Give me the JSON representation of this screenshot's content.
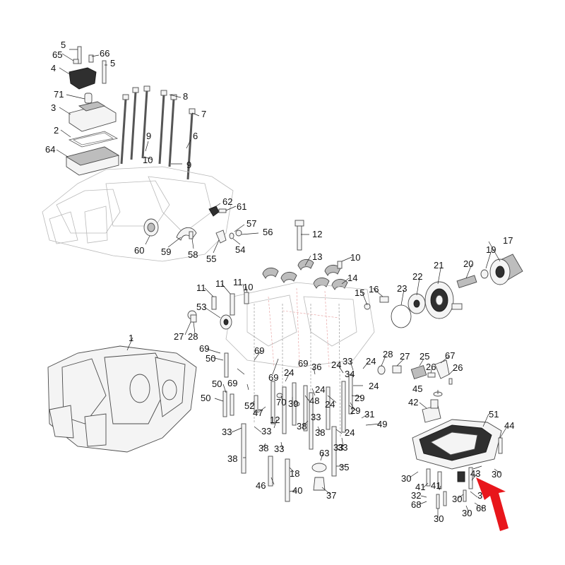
{
  "diagram": {
    "callouts": [
      {
        "id": "c5a",
        "text": "5"
      },
      {
        "id": "c65",
        "text": "65"
      },
      {
        "id": "c66",
        "text": "66"
      },
      {
        "id": "c5b",
        "text": "5"
      },
      {
        "id": "c4",
        "text": "4"
      },
      {
        "id": "c71",
        "text": "71"
      },
      {
        "id": "c8",
        "text": "8"
      },
      {
        "id": "c3",
        "text": "3"
      },
      {
        "id": "c7",
        "text": "7"
      },
      {
        "id": "c2",
        "text": "2"
      },
      {
        "id": "c6",
        "text": "6"
      },
      {
        "id": "c9a",
        "text": "9"
      },
      {
        "id": "c64",
        "text": "64"
      },
      {
        "id": "c10a",
        "text": "10"
      },
      {
        "id": "c9b",
        "text": "9"
      },
      {
        "id": "c62",
        "text": "62"
      },
      {
        "id": "c61",
        "text": "61"
      },
      {
        "id": "c57",
        "text": "57"
      },
      {
        "id": "c56",
        "text": "56"
      },
      {
        "id": "c12a",
        "text": "12"
      },
      {
        "id": "c60",
        "text": "60"
      },
      {
        "id": "c59",
        "text": "59"
      },
      {
        "id": "c58",
        "text": "58"
      },
      {
        "id": "c55",
        "text": "55"
      },
      {
        "id": "c54",
        "text": "54"
      },
      {
        "id": "c13",
        "text": "13"
      },
      {
        "id": "c10b",
        "text": "10"
      },
      {
        "id": "c17",
        "text": "17"
      },
      {
        "id": "c19",
        "text": "19"
      },
      {
        "id": "c20",
        "text": "20"
      },
      {
        "id": "c21",
        "text": "21"
      },
      {
        "id": "c22",
        "text": "22"
      },
      {
        "id": "c14",
        "text": "14"
      },
      {
        "id": "c11a",
        "text": "11"
      },
      {
        "id": "c11b",
        "text": "11"
      },
      {
        "id": "c11c",
        "text": "11"
      },
      {
        "id": "c10c",
        "text": "10"
      },
      {
        "id": "c15",
        "text": "15"
      },
      {
        "id": "c16",
        "text": "16"
      },
      {
        "id": "c23",
        "text": "23"
      },
      {
        "id": "c53",
        "text": "53"
      },
      {
        "id": "c27a",
        "text": "27"
      },
      {
        "id": "c28a",
        "text": "28"
      },
      {
        "id": "c1",
        "text": "1"
      },
      {
        "id": "c69a",
        "text": "69"
      },
      {
        "id": "c50a",
        "text": "50"
      },
      {
        "id": "c69b",
        "text": "69"
      },
      {
        "id": "c28b",
        "text": "28"
      },
      {
        "id": "c27b",
        "text": "27"
      },
      {
        "id": "c25",
        "text": "25"
      },
      {
        "id": "c67",
        "text": "67"
      },
      {
        "id": "c69c",
        "text": "69"
      },
      {
        "id": "c36",
        "text": "36"
      },
      {
        "id": "c24a",
        "text": "24"
      },
      {
        "id": "c33a",
        "text": "33"
      },
      {
        "id": "c24b",
        "text": "24"
      },
      {
        "id": "c26a",
        "text": "26"
      },
      {
        "id": "c26b",
        "text": "26"
      },
      {
        "id": "c69d",
        "text": "69"
      },
      {
        "id": "c24c",
        "text": "24"
      },
      {
        "id": "c34",
        "text": "34"
      },
      {
        "id": "c50b",
        "text": "50"
      },
      {
        "id": "c69e",
        "text": "69"
      },
      {
        "id": "c24d",
        "text": "24"
      },
      {
        "id": "c24e",
        "text": "24"
      },
      {
        "id": "c45",
        "text": "45"
      },
      {
        "id": "c50c",
        "text": "50"
      },
      {
        "id": "c52",
        "text": "52"
      },
      {
        "id": "c47",
        "text": "47"
      },
      {
        "id": "c70",
        "text": "70"
      },
      {
        "id": "c39",
        "text": "39"
      },
      {
        "id": "c48",
        "text": "48"
      },
      {
        "id": "c24f",
        "text": "24"
      },
      {
        "id": "c29a",
        "text": "29"
      },
      {
        "id": "c42",
        "text": "42"
      },
      {
        "id": "c29b",
        "text": "29"
      },
      {
        "id": "c31",
        "text": "31"
      },
      {
        "id": "c33b",
        "text": "33"
      },
      {
        "id": "c12b",
        "text": "12"
      },
      {
        "id": "c38a",
        "text": "38"
      },
      {
        "id": "c33c",
        "text": "33"
      },
      {
        "id": "c33d",
        "text": "33"
      },
      {
        "id": "c38b",
        "text": "38"
      },
      {
        "id": "c49",
        "text": "49"
      },
      {
        "id": "c24g",
        "text": "24"
      },
      {
        "id": "c51",
        "text": "51"
      },
      {
        "id": "c44",
        "text": "44"
      },
      {
        "id": "c33e",
        "text": "33"
      },
      {
        "id": "c38c",
        "text": "38"
      },
      {
        "id": "c33f",
        "text": "33"
      },
      {
        "id": "c63",
        "text": "63"
      },
      {
        "id": "c33g",
        "text": "33"
      },
      {
        "id": "c38d",
        "text": "38"
      },
      {
        "id": "c35",
        "text": "35"
      },
      {
        "id": "c18",
        "text": "18"
      },
      {
        "id": "c43",
        "text": "43"
      },
      {
        "id": "c30a",
        "text": "30"
      },
      {
        "id": "c30b",
        "text": "30"
      },
      {
        "id": "c46",
        "text": "46"
      },
      {
        "id": "c40",
        "text": "40"
      },
      {
        "id": "c37",
        "text": "37"
      },
      {
        "id": "c41a",
        "text": "41"
      },
      {
        "id": "c41b",
        "text": "41"
      },
      {
        "id": "c32",
        "text": "32"
      },
      {
        "id": "c30c",
        "text": "30"
      },
      {
        "id": "c3x",
        "text": "3"
      },
      {
        "id": "c68a",
        "text": "68"
      },
      {
        "id": "c68b",
        "text": "68"
      },
      {
        "id": "c30d",
        "text": "30"
      },
      {
        "id": "c30e",
        "text": "30"
      }
    ],
    "colors": {
      "arrow": "#e8161b",
      "line": "#222222",
      "ghost_outline": "#b9b9b9",
      "dark_part": "#2f2f2f"
    }
  }
}
